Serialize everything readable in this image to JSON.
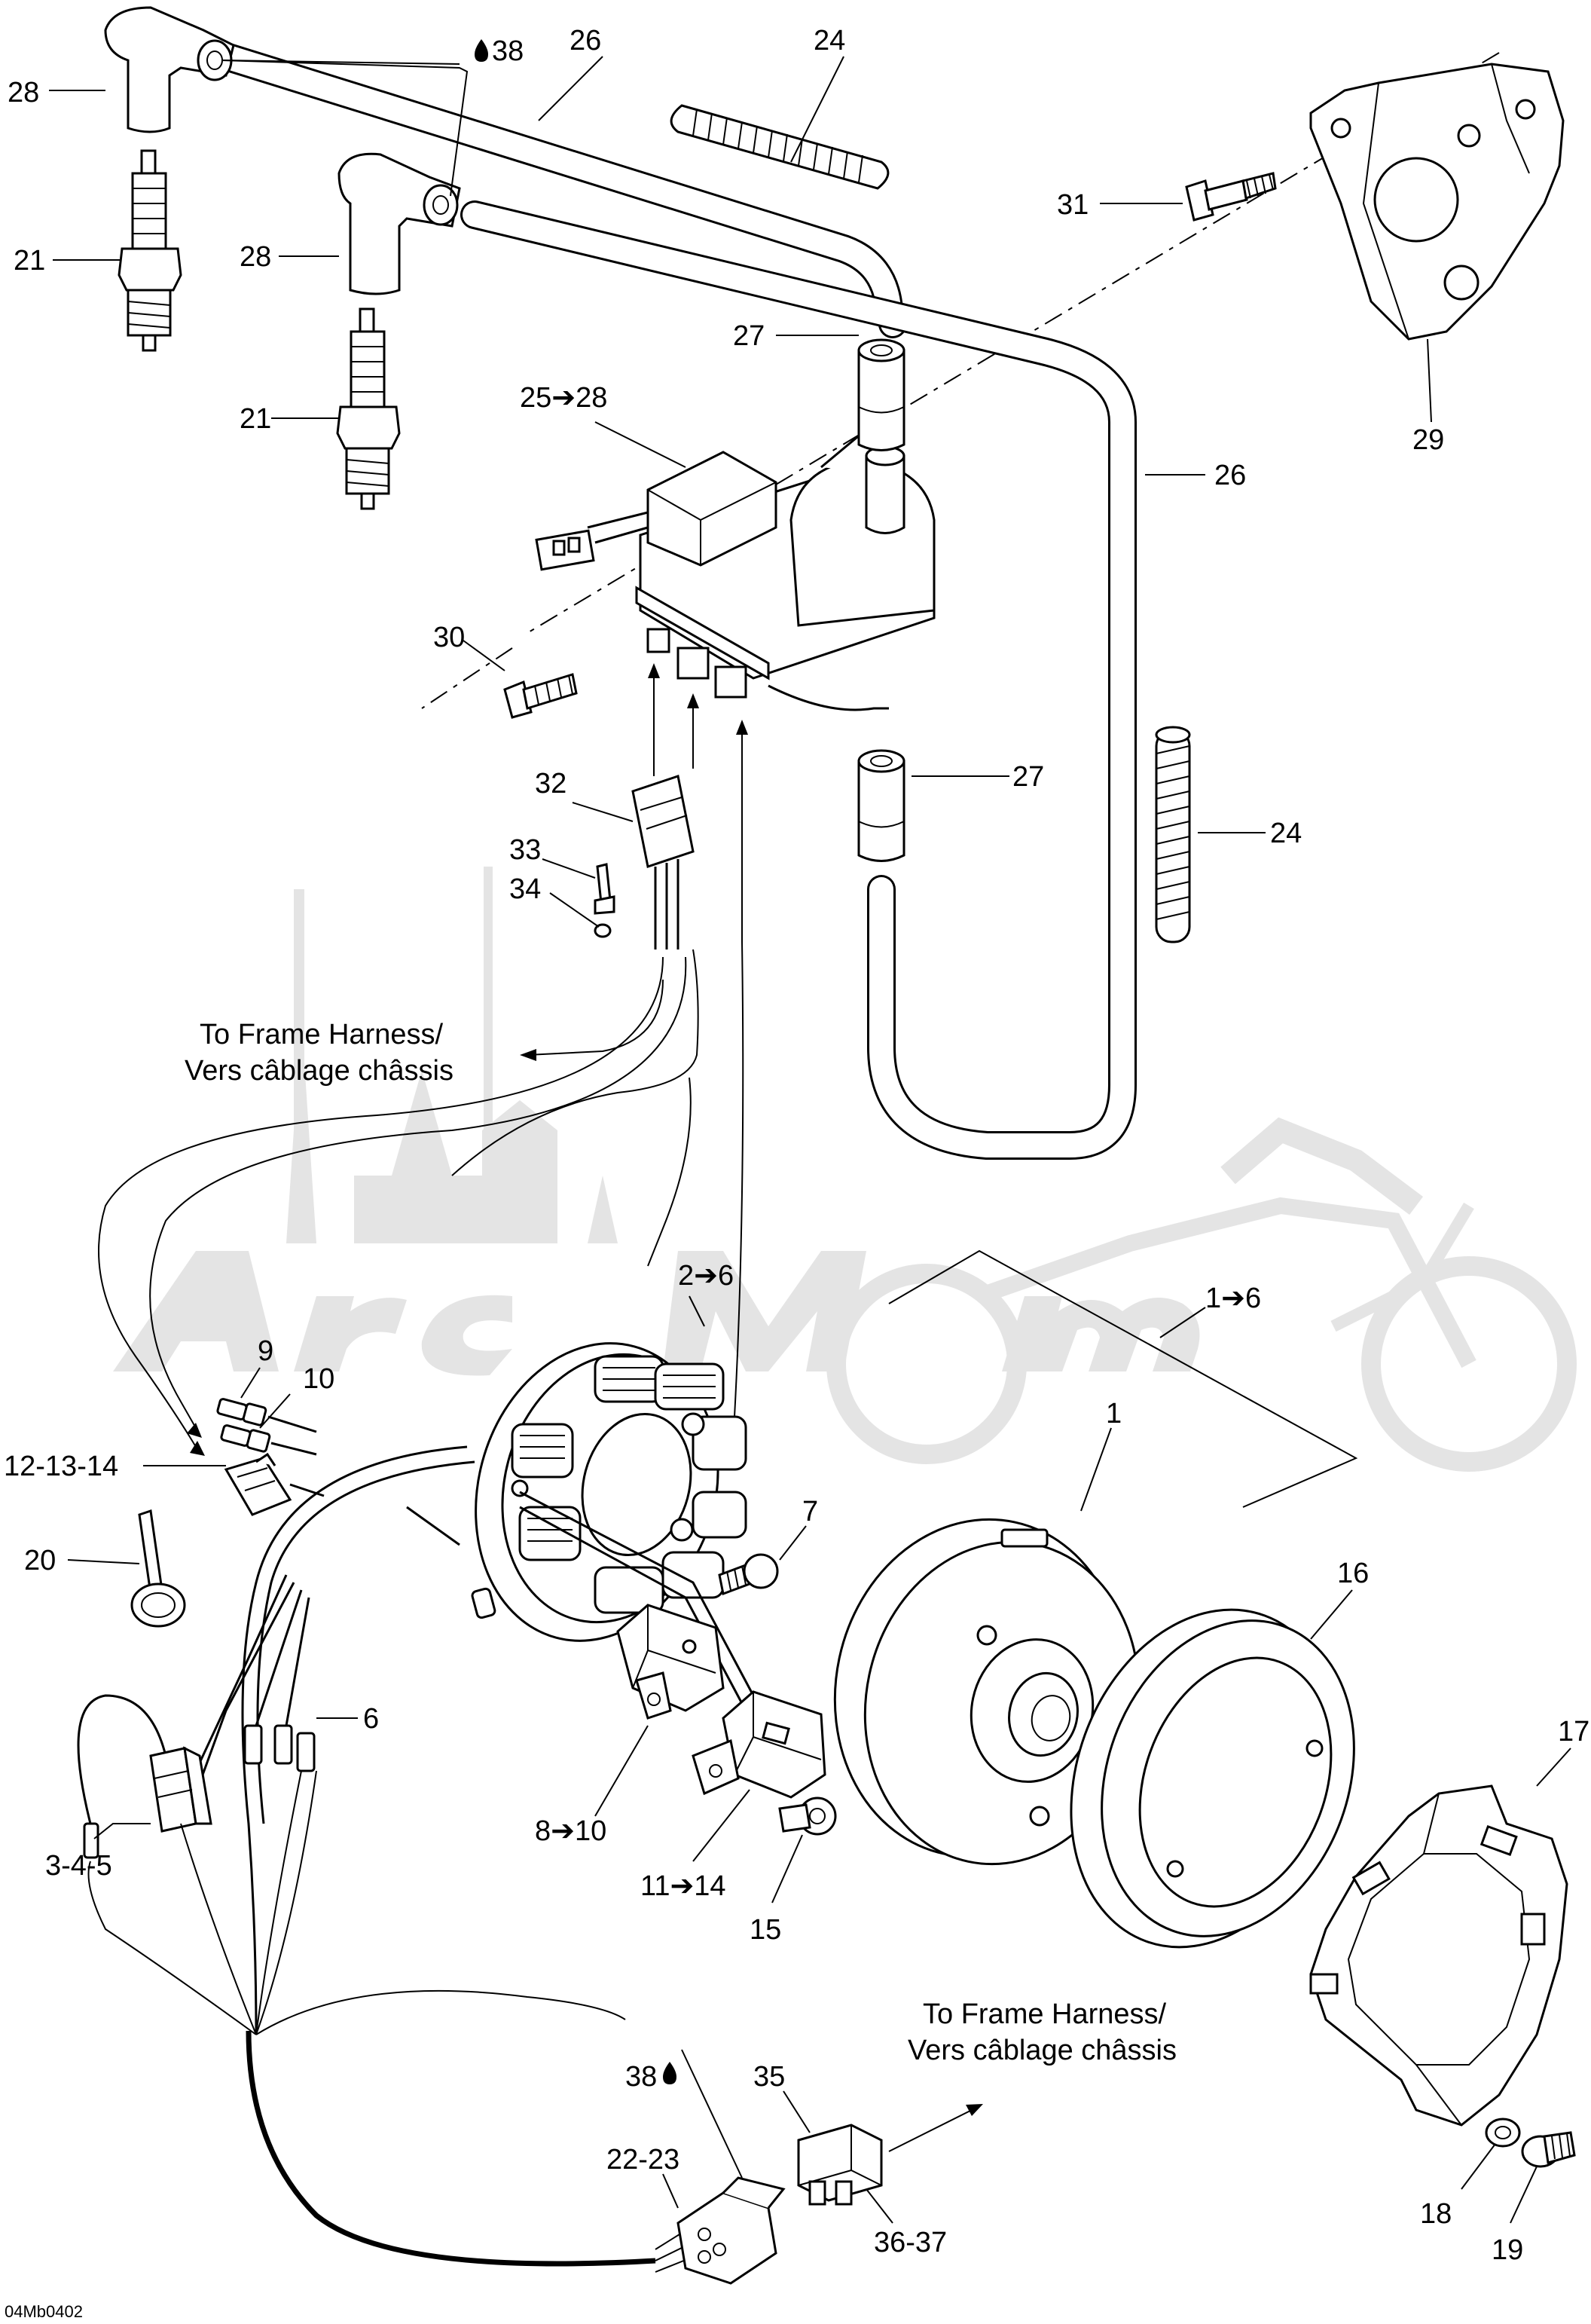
{
  "diagram": {
    "image_code": "04Mb0402",
    "watermark_text": "ArctMoto",
    "callouts": {
      "c28a": "28",
      "c38a": "38",
      "c26a": "26",
      "c24a": "24",
      "c21a": "21",
      "c28b": "28",
      "c31": "31",
      "c27a": "27",
      "c21b": "21",
      "c25_28": "25➔28",
      "c26b": "26",
      "c29": "29",
      "c30": "30",
      "c27b": "27",
      "c32": "32",
      "c24b": "24",
      "c33": "33",
      "c34": "34",
      "c2_6": "2➔6",
      "c1_6": "1➔6",
      "c9": "9",
      "c10": "10",
      "c12_14": "12-13-14",
      "c1": "1",
      "c7": "7",
      "c20": "20",
      "c16": "16",
      "c6": "6",
      "c17": "17",
      "c3_5": "3-4-5",
      "c8_10": "8➔10",
      "c11_14": "11➔14",
      "c15": "15",
      "c38b": "38",
      "c35": "35",
      "c22_23": "22-23",
      "c36_37": "36-37",
      "c18": "18",
      "c19": "19"
    },
    "notes": {
      "frame_top_en": "To Frame Harness/",
      "frame_top_fr": "Vers câblage châssis",
      "frame_bottom_en": "To Frame Harness/",
      "frame_bottom_fr": "Vers câblage châssis"
    }
  }
}
